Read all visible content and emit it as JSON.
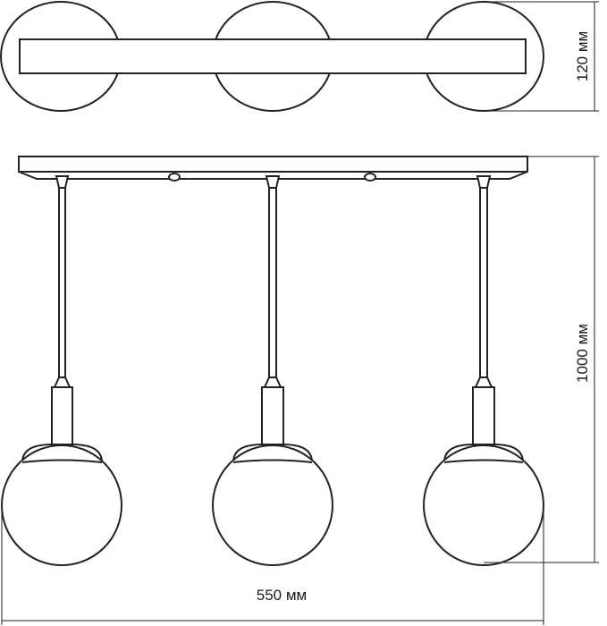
{
  "dimensions": {
    "height_top": "120 мм",
    "height_total": "1000 мм",
    "width": "550 мм"
  },
  "colors": {
    "line": "#222222",
    "background": "#ffffff"
  }
}
